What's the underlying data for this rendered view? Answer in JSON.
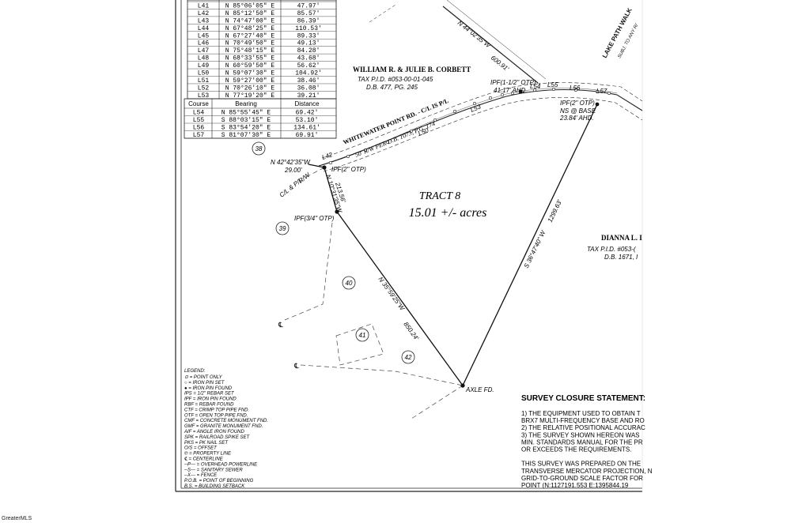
{
  "line_table_1": {
    "rows": [
      {
        "course": "L41",
        "bearing": "N 85°06'05\" E",
        "distance": "47.97'"
      },
      {
        "course": "L42",
        "bearing": "N 85°12'50\" E",
        "distance": "85.57'"
      },
      {
        "course": "L43",
        "bearing": "N 74°47'00\" E",
        "distance": "86.39'"
      },
      {
        "course": "L44",
        "bearing": "N 67°48'25\" E",
        "distance": "110.53'"
      },
      {
        "course": "L45",
        "bearing": "N 67°27'40\" E",
        "distance": "89.33'"
      },
      {
        "course": "L46",
        "bearing": "N 70°49'50\" E",
        "distance": "49.13'"
      },
      {
        "course": "L47",
        "bearing": "N 75°48'15\" E",
        "distance": "84.28'"
      },
      {
        "course": "L48",
        "bearing": "N 68°33'55\" E",
        "distance": "43.68'"
      },
      {
        "course": "L49",
        "bearing": "N 60°59'50\" E",
        "distance": "56.62'"
      },
      {
        "course": "L50",
        "bearing": "N 59°07'30\" E",
        "distance": "104.92'"
      },
      {
        "course": "L51",
        "bearing": "N 59°27'00\" E",
        "distance": "38.46'"
      },
      {
        "course": "L52",
        "bearing": "N 70°26'10\" E",
        "distance": "36.08'"
      },
      {
        "course": "L53",
        "bearing": "N 77°19'20\" E",
        "distance": "39.21'"
      }
    ]
  },
  "line_table_2": {
    "headers": {
      "course": "Course",
      "bearing": "Bearing",
      "distance": "Distance"
    },
    "rows": [
      {
        "course": "L54",
        "bearing": "N 85°55'45\" E",
        "distance": "69.42'"
      },
      {
        "course": "L55",
        "bearing": "S 88°03'15\" E",
        "distance": "53.10'"
      },
      {
        "course": "L56",
        "bearing": "S 83°54'20\" E",
        "distance": "134.61'"
      },
      {
        "course": "L57",
        "bearing": "S 81°07'30\" E",
        "distance": "69.91'"
      }
    ]
  },
  "tract": {
    "title": "TRACT 8",
    "area": "15.01 +/- acres"
  },
  "owners": {
    "north_name": "WILLIAM R. & JULIE B. CORBETT",
    "north_pid": "TAX P.I.D. #053-00-01-045",
    "north_deed": "D.B. 477, PG. 245",
    "east_name": "DIANNA L. I",
    "east_pid": "TAX P.I.D. #053-(",
    "east_deed": "D.B. 1671, I"
  },
  "road": {
    "name": "WHITEWATER POINT RD. - C/L IS P/L",
    "row": "50' R/W PER D.B. 1073, P.G. 174",
    "lake_path": "LAKE PATH WALK",
    "lake_path_sub": "SUBJ. TO ANY R/"
  },
  "labels": {
    "bearing_n42": "N 42°42'35\"W",
    "dist_29": "29.00'",
    "bearing_n10": "N 10°31'35\"W",
    "dist_213": "213.56'",
    "bearing_n35": "N 35°59'25\"W",
    "dist_850": "850.24'",
    "bearing_s36": "S 36°47'40\" W",
    "dist_1299": "1299.63'",
    "bearing_n44": "N 44°02'35\"W",
    "dist_600": "600.91'",
    "ipf_2_otp_1": "IPF(2\" OTP)",
    "ipf_34_otp": "IPF(3/4\" OTP)",
    "ipf_1h_otp": "IPF(1-1/2\" OTP)",
    "ahd_41": "41.17' AHD.",
    "ipf_2_otp_2": "IPF(2\" OTP)",
    "ns_base": "NS @ BASE",
    "ahd_23": "23.84' AHD.",
    "axle": "AXLE FD.",
    "cl_rw": "C/L & P/L",
    "rw": "R/W",
    "cl_sym": "℄"
  },
  "lot_numbers": [
    "38",
    "39",
    "40",
    "41",
    "42"
  ],
  "road_segments": [
    "L42",
    "L45",
    "L50",
    "L53",
    "L54",
    "L55",
    "L56",
    "L57"
  ],
  "legend": {
    "title": "LEGEND:",
    "items": [
      "⊙ = POINT ONLY",
      "○ = IRON PIN SET",
      "● = IRON PIN FOUND",
      "IPS = 1/2\" REBAR SET",
      "IPF = IRON PIN FOUND",
      "RBF = REBAR FOUND",
      "CTF = CRIMP TOP PIPE FND.",
      "OTF = OPEN TOP PIPE FND.",
      "CMF = CONCRETE MONUMENT FND.",
      "GMF = GRANITE MONUMENT FND.",
      "AIF = ANGLE IRON FOUND",
      "SPK = RAILROAD SPIKE SET",
      "PKS = PK NAIL SET",
      "O/S = OFFSET",
      "℗ = PROPERTY LINE",
      "℄ = CENTERLINE",
      "--P--- = OVERHEAD POWERLINE",
      "--S--- = SANITARY SEWER",
      "--X--- = FENCE",
      "P.O.B. = POINT OF BEGINNING",
      "B.S. = BUILDING SETBACK"
    ]
  },
  "closure": {
    "title": "SURVEY CLOSURE STATEMENT:",
    "lines": [
      "1) THE EQUIPMENT USED TO OBTAIN T",
      "BRX7 MULTI-FREQUENCY BASE AND RO",
      "2) THE RELATIVE POSITIONAL ACCURAC",
      "3) THE SURVEY SHOWN HEREON WAS",
      "MIN. STANDARDS MANUAL FOR THE PR",
      "OR EXCEEDS THE REQUIREMENTS.",
      "",
      "THIS SURVEY WAS PREPARED ON THE",
      "TRANSVERSE MERCATOR PROJECTION, N",
      "GRID-TO-GROUND SCALE FACTOR FOR",
      "POINT (N:1127191.553   E:1395844.19"
    ]
  },
  "watermark": "GreaterMLS"
}
